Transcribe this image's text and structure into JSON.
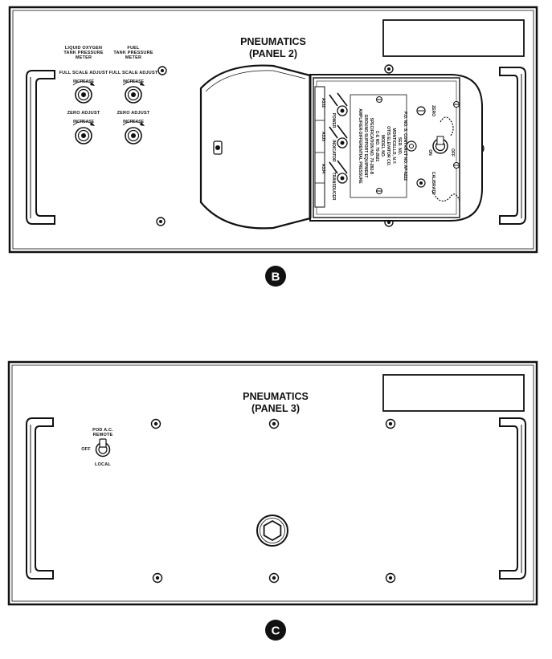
{
  "panel_b": {
    "title_line1": "PNEUMATICS",
    "title_line2": "(PANEL 2)",
    "lox_meter_label": [
      "LIQUID OXYGEN",
      "TANK PRESSURE",
      "METER"
    ],
    "fuel_meter_label": [
      "FUEL",
      "TANK PRESSURE",
      "METER"
    ],
    "full_scale_adjust": "FULL SCALE ADJUST",
    "zero_adjust": "ZERO ADJUST",
    "increase": "INCREASE",
    "switch_labels": {
      "on": "ON",
      "off": "OFF",
      "zero": "ZERO",
      "calibrate": "CALIBRATE"
    },
    "connector_labels": [
      "A3J2",
      "A3J3",
      "A3J4"
    ],
    "side_labels": [
      "TRANSDUCER",
      "INDICATOR",
      "POWER"
    ],
    "nameplate": [
      "AMPLIFIER-DIFFERENTIAL PRESSURE",
      "GROUND SUPPORT EQUIPMENT",
      "SPECIFICATION NO. 70-282-B",
      "C-E NO. 70-2621",
      "MODEL NO.",
      "OTIS ELEVATOR CO.",
      "MONTICELLO, N.Y.",
      "SER. NO.",
      "P.O. NO. S. CONTRACT NO. AF-6222"
    ],
    "caption": "B"
  },
  "panel_c": {
    "title_line1": "PNEUMATICS",
    "title_line2": "(PANEL 3)",
    "switch_label_top": [
      "POD A.C.",
      "REMOTE"
    ],
    "switch_label_left": "OFF",
    "switch_label_bottom": "LOCAL",
    "caption": "C"
  },
  "colors": {
    "ink": "#111111",
    "panel": "#ffffff",
    "caption_bg": "#111111"
  }
}
